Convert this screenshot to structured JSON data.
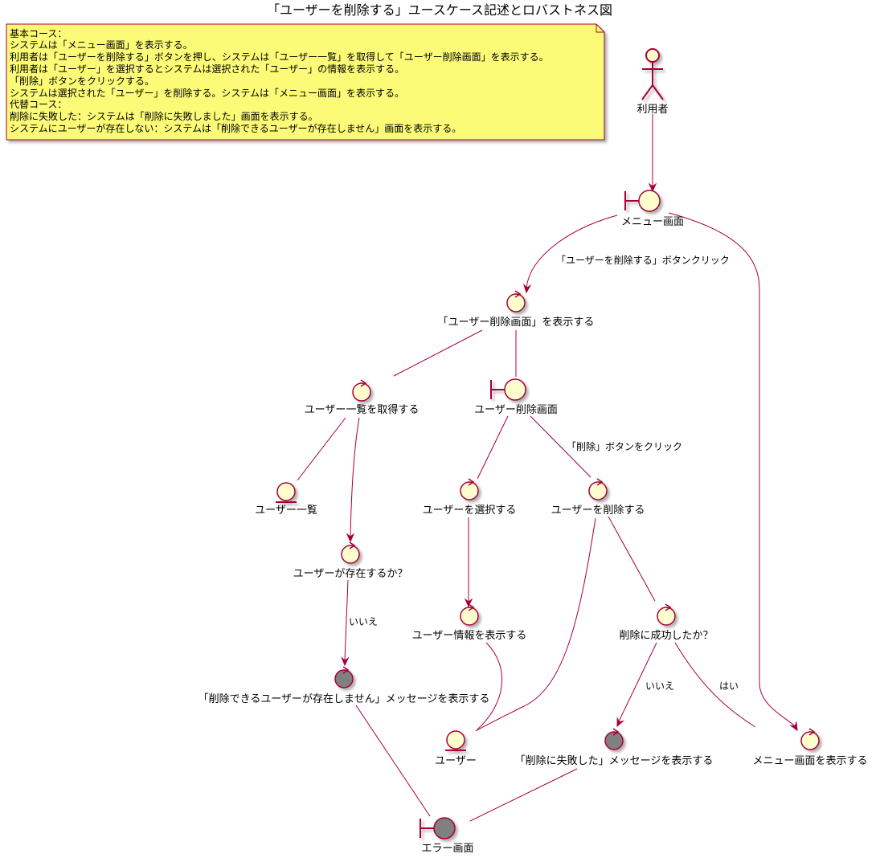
{
  "title": "「ユーザーを削除する」ユースケース記述とロバストネス図",
  "colors": {
    "stroke": "#A80036",
    "node_fill": "#FEFECE",
    "highlight_fill": "#808080",
    "note_fill": "#FBFB77",
    "text": "#000000"
  },
  "note": {
    "lines": [
      "基本コース：",
      "システムは「メニュー画面」を表示する。",
      "利用者は「ユーザーを削除する」ボタンを押し、システムは「ユーザー一覧」を取得して「ユーザー削除画面」を表示する。",
      "利用者は「ユーザー」を選択するとシステムは選択された「ユーザー」の情報を表示する。",
      "「削除」ボタンをクリックする。",
      "システムは選択された「ユーザー」を削除する。システムは「メニュー画面」を表示する。",
      "代替コース：",
      "削除に失敗した：システムは「削除に失敗しました」画面を表示する。",
      "システムにユーザーが存在しない：システムは「削除できるユーザーが存在しません」画面を表示する。"
    ]
  },
  "nodes": [
    {
      "id": "actor_user",
      "type": "actor",
      "label": "利用者"
    },
    {
      "id": "menu_screen",
      "type": "boundary",
      "label": "メニュー画面"
    },
    {
      "id": "show_delete_screen",
      "type": "control",
      "label": "「ユーザー削除画面」を表示する"
    },
    {
      "id": "get_user_list",
      "type": "control",
      "label": "ユーザー一覧を取得する"
    },
    {
      "id": "delete_screen",
      "type": "boundary",
      "label": "ユーザー削除画面"
    },
    {
      "id": "user_list",
      "type": "entity",
      "label": "ユーザー一覧"
    },
    {
      "id": "select_user",
      "type": "control",
      "label": "ユーザーを選択する"
    },
    {
      "id": "delete_user",
      "type": "control",
      "label": "ユーザーを削除する"
    },
    {
      "id": "user_exists",
      "type": "control",
      "label": "ユーザーが存在するか？"
    },
    {
      "id": "show_user_info",
      "type": "control",
      "label": "ユーザー情報を表示する"
    },
    {
      "id": "delete_succeeded",
      "type": "control",
      "label": "削除に成功したか？"
    },
    {
      "id": "msg_no_user",
      "type": "control",
      "highlight": true,
      "label": "「削除できるユーザーが存在しません」メッセージを表示する"
    },
    {
      "id": "user_entity",
      "type": "entity",
      "label": "ユーザー"
    },
    {
      "id": "msg_delete_failed",
      "type": "control",
      "highlight": true,
      "label": "「削除に失敗した」メッセージを表示する"
    },
    {
      "id": "show_menu",
      "type": "control",
      "label": "メニュー画面を表示する"
    },
    {
      "id": "error_screen",
      "type": "boundary",
      "highlight": true,
      "label": "エラー画面"
    }
  ],
  "edges": [
    {
      "from": "actor_user",
      "to": "menu_screen",
      "label": ""
    },
    {
      "from": "menu_screen",
      "to": "show_delete_screen",
      "label": "「ユーザーを削除する」ボタンクリック"
    },
    {
      "from": "menu_screen",
      "to": "show_menu",
      "label": ""
    },
    {
      "from": "show_delete_screen",
      "to": "get_user_list",
      "label": ""
    },
    {
      "from": "show_delete_screen",
      "to": "delete_screen",
      "label": ""
    },
    {
      "from": "get_user_list",
      "to": "user_list",
      "label": ""
    },
    {
      "from": "get_user_list",
      "to": "user_exists",
      "label": ""
    },
    {
      "from": "delete_screen",
      "to": "select_user",
      "label": ""
    },
    {
      "from": "delete_screen",
      "to": "delete_user",
      "label": "「削除」ボタンをクリック"
    },
    {
      "from": "select_user",
      "to": "show_user_info",
      "label": ""
    },
    {
      "from": "user_exists",
      "to": "msg_no_user",
      "label": "いいえ"
    },
    {
      "from": "delete_user",
      "to": "delete_succeeded",
      "label": ""
    },
    {
      "from": "delete_user",
      "to": "user_entity",
      "label": ""
    },
    {
      "from": "show_user_info",
      "to": "user_entity",
      "label": ""
    },
    {
      "from": "delete_succeeded",
      "to": "msg_delete_failed",
      "label": "いいえ"
    },
    {
      "from": "delete_succeeded",
      "to": "show_menu",
      "label": "はい"
    },
    {
      "from": "msg_no_user",
      "to": "error_screen",
      "label": ""
    },
    {
      "from": "msg_delete_failed",
      "to": "error_screen",
      "label": ""
    }
  ]
}
